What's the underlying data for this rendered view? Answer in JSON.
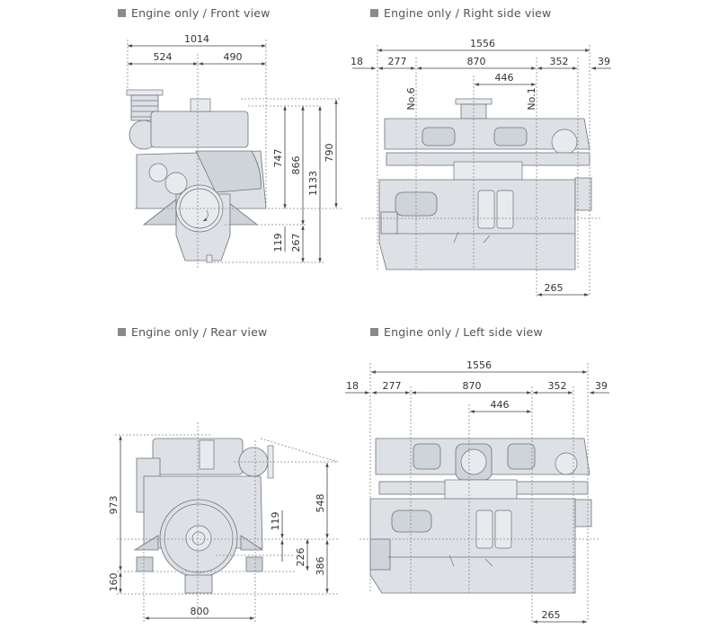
{
  "panels": {
    "front": {
      "title": "Engine only / Front view",
      "dims": {
        "overall_width": "1014",
        "left_width": "524",
        "right_width": "490",
        "h747": "747",
        "h866": "866",
        "h1133": "1133",
        "h790": "790",
        "h119": "119",
        "h267": "267"
      }
    },
    "right": {
      "title": "Engine only / Right side view",
      "dims": {
        "overall_length": "1556",
        "d18": "18",
        "d277": "277",
        "d870": "870",
        "d352": "352",
        "d39": "39",
        "d446": "446",
        "d265": "265"
      },
      "cylinder_labels": {
        "no6": "No.6",
        "no1": "No.1"
      }
    },
    "rear": {
      "title": "Engine only / Rear view",
      "dims": {
        "h973": "973",
        "h160": "160",
        "h548": "548",
        "h119": "119",
        "h226": "226",
        "h386": "386",
        "w800": "800"
      }
    },
    "left": {
      "title": "Engine only / Left side view",
      "dims": {
        "overall_length": "1556",
        "d18": "18",
        "d277": "277",
        "d870": "870",
        "d352": "352",
        "d39": "39",
        "d446": "446",
        "d265": "265"
      }
    }
  },
  "colors": {
    "engine_fill": "#dde1e6",
    "engine_stroke": "#6d737a",
    "title_square": "#8a8a8a"
  }
}
